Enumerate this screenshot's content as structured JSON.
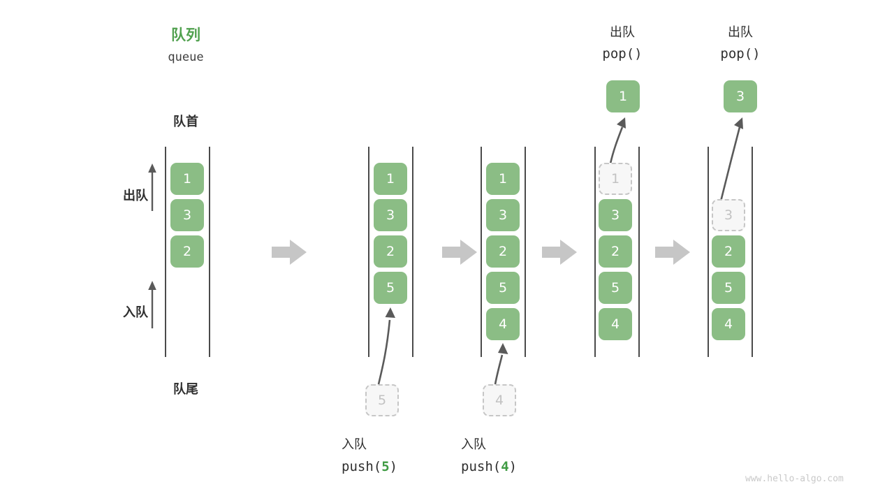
{
  "diagram": {
    "title_cn": "队列",
    "title_en": "queue",
    "head_label": "队首",
    "tail_label": "队尾",
    "dequeue_axis_label": "出队",
    "enqueue_axis_label": "入队",
    "watermark": "www.hello-algo.com",
    "colors": {
      "cell_fill": "#8bbd85",
      "cell_text": "#ffffff",
      "ghost_fill": "#f7f7f7",
      "ghost_border": "#c6c6c6",
      "ghost_text": "#c2c2c2",
      "accent_green": "#51a14f",
      "code_highlight": "#3f9b43",
      "rail": "#4a4a4a",
      "step_arrow": "#c6c6c6",
      "thin_arrow": "#5a5a5a",
      "text": "#2f2f2f",
      "watermark": "#c9c9c9"
    }
  },
  "steps": [
    {
      "id": "initial",
      "op_cn": "",
      "op_code": "",
      "cells": [
        {
          "value": "1",
          "state": "filled"
        },
        {
          "value": "3",
          "state": "filled"
        },
        {
          "value": "2",
          "state": "filled"
        }
      ],
      "incoming": null,
      "emitted": null
    },
    {
      "id": "push-5",
      "op_cn": "入队",
      "op_code_prefix": "push(",
      "op_code_value": "5",
      "op_code_suffix": ")",
      "cells": [
        {
          "value": "1",
          "state": "filled"
        },
        {
          "value": "3",
          "state": "filled"
        },
        {
          "value": "2",
          "state": "filled"
        },
        {
          "value": "5",
          "state": "filled"
        }
      ],
      "incoming": {
        "value": "5",
        "state": "ghost"
      },
      "emitted": null
    },
    {
      "id": "push-4",
      "op_cn": "入队",
      "op_code_prefix": "push(",
      "op_code_value": "4",
      "op_code_suffix": ")",
      "cells": [
        {
          "value": "1",
          "state": "filled"
        },
        {
          "value": "3",
          "state": "filled"
        },
        {
          "value": "2",
          "state": "filled"
        },
        {
          "value": "5",
          "state": "filled"
        },
        {
          "value": "4",
          "state": "filled"
        }
      ],
      "incoming": {
        "value": "4",
        "state": "ghost"
      },
      "emitted": null
    },
    {
      "id": "pop-1",
      "op_cn": "出队",
      "op_code_prefix": "pop(",
      "op_code_value": "",
      "op_code_suffix": ")",
      "cells": [
        {
          "value": "1",
          "state": "ghost"
        },
        {
          "value": "3",
          "state": "filled"
        },
        {
          "value": "2",
          "state": "filled"
        },
        {
          "value": "5",
          "state": "filled"
        },
        {
          "value": "4",
          "state": "filled"
        }
      ],
      "incoming": null,
      "emitted": {
        "value": "1",
        "state": "filled"
      }
    },
    {
      "id": "pop-3",
      "op_cn": "出队",
      "op_code_prefix": "pop(",
      "op_code_value": "",
      "op_code_suffix": ")",
      "cells": [
        {
          "value": "",
          "state": "empty"
        },
        {
          "value": "3",
          "state": "ghost"
        },
        {
          "value": "2",
          "state": "filled"
        },
        {
          "value": "5",
          "state": "filled"
        },
        {
          "value": "4",
          "state": "filled"
        }
      ],
      "incoming": null,
      "emitted": {
        "value": "3",
        "state": "filled"
      }
    }
  ]
}
